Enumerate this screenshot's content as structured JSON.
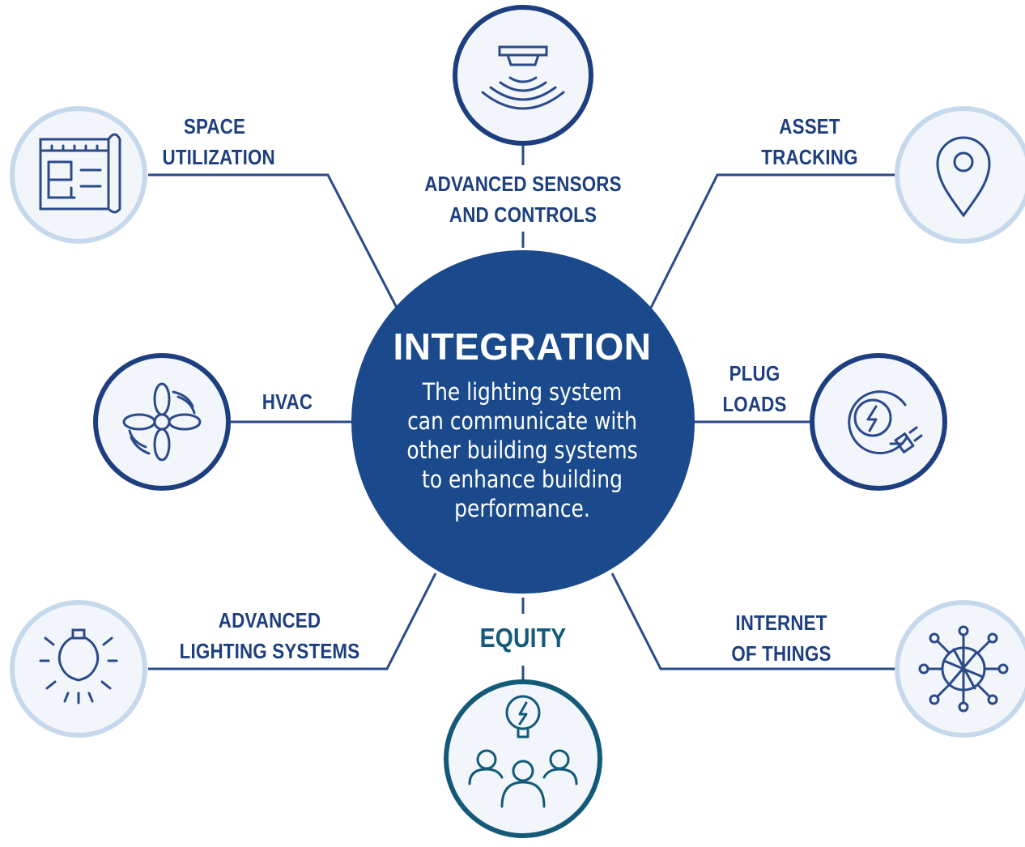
{
  "center": {
    "title": "INTEGRATION",
    "description_lines": [
      "The lighting system",
      "can communicate with",
      "other building systems",
      "to enhance building",
      "performance."
    ]
  },
  "nodes": {
    "space_utilization": {
      "lines": [
        "SPACE",
        "UTILIZATION"
      ],
      "icon": "floor-plan-icon"
    },
    "advanced_sensors": {
      "lines": [
        "ADVANCED SENSORS",
        "AND CONTROLS"
      ],
      "icon": "sensor-icon"
    },
    "asset_tracking": {
      "lines": [
        "ASSET",
        "TRACKING"
      ],
      "icon": "location-pin-icon"
    },
    "hvac": {
      "lines": [
        "HVAC"
      ],
      "icon": "fan-icon"
    },
    "plug_loads": {
      "lines": [
        "PLUG",
        "LOADS"
      ],
      "icon": "power-plug-icon"
    },
    "advanced_lighting": {
      "lines": [
        "ADVANCED",
        "LIGHTING SYSTEMS"
      ],
      "icon": "light-bulb-icon"
    },
    "equity": {
      "lines": [
        "EQUITY"
      ],
      "icon": "people-idea-icon"
    },
    "internet_of_things": {
      "lines": [
        "INTERNET",
        "OF THINGS"
      ],
      "icon": "network-icon"
    }
  },
  "colors": {
    "navy": "#1e3f7f",
    "center_fill": "#1a4a8c",
    "light_ring": "#c6d9ec",
    "light_fill": "#f2f6fb",
    "teal": "#135a78"
  }
}
